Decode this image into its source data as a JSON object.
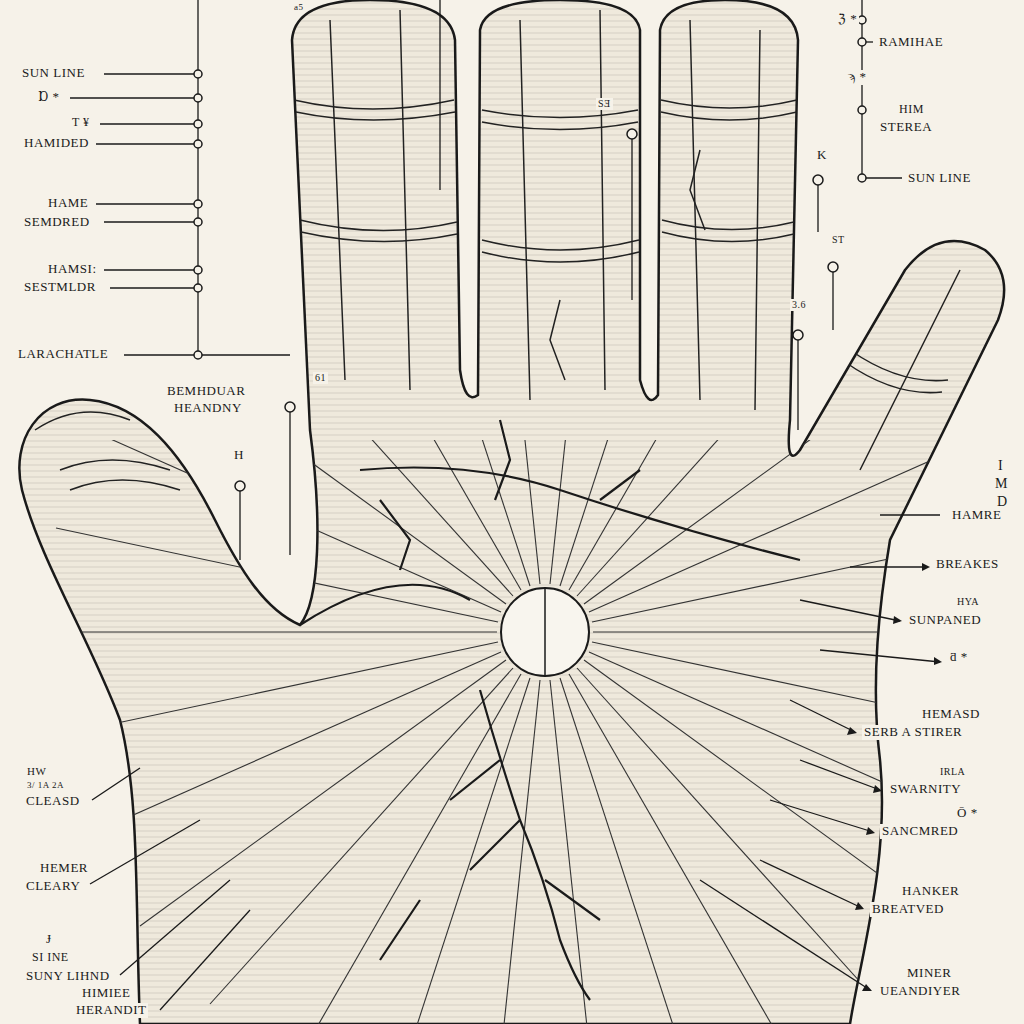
{
  "diagram": {
    "labels": [
      "SUN LINE",
      "Ɒ *",
      "T ¥",
      "HAMIDED",
      "HAME",
      "SEMDRED",
      "HAMSI:",
      "SESTMLDR",
      "LARACHATLE",
      "BEMHDUAR",
      "HEANDNY",
      "61",
      "H",
      "SƎ",
      "ℨ *",
      "RAMIHAE",
      "ϡ *",
      "HIM",
      "STEREA",
      "K",
      "SUN LINE",
      "ST",
      "3.6",
      "I",
      "M",
      "D",
      "HAMRE",
      "BREAKES",
      "HYA",
      "SUNPANED",
      "ƌ *",
      "HEMASD",
      "SERB A STIRER",
      "IRLA",
      "SWARNITY",
      "Ō *",
      "SANCMRED",
      "HANKER",
      "BREATVED",
      "MINER",
      "UEANDIYER",
      "HW",
      "3/ 1A 2A",
      "CLEASD",
      "HEMER",
      "CLEARY",
      "Ɉ",
      "SI INE",
      "SUNY LIHND",
      "HIMIEE",
      "HERANDIT",
      "a5"
    ]
  }
}
